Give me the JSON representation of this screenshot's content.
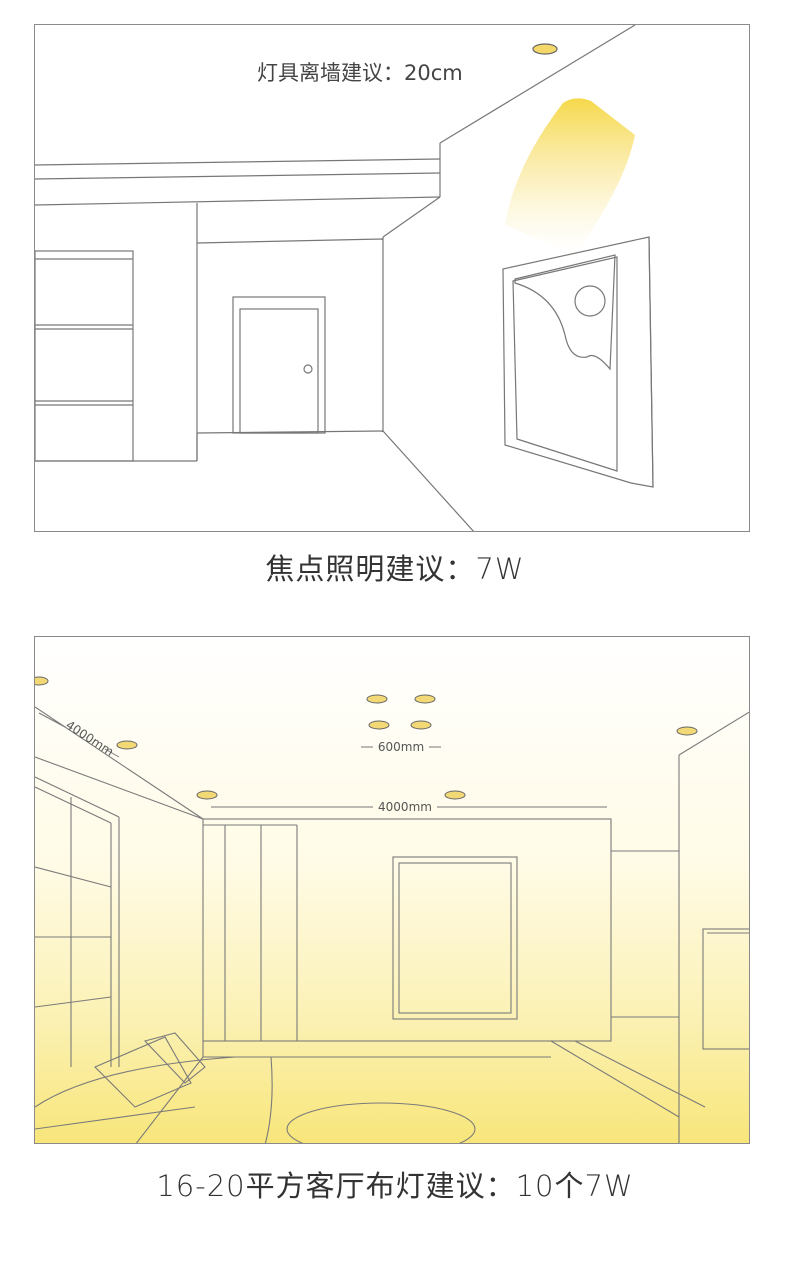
{
  "focus_panel": {
    "wall_distance_label": "灯具离墙建议：20cm",
    "caption": "焦点照明建议：7W"
  },
  "living_panel": {
    "spacing_label": "600mm",
    "width_label": "4000mm",
    "depth_label": "4000mm",
    "caption": "16-20平方客厅布灯建议：10个7W"
  },
  "colors": {
    "line": "#777777",
    "light_warm": "#f8e27a",
    "light_fill": "#fbf0b8"
  }
}
